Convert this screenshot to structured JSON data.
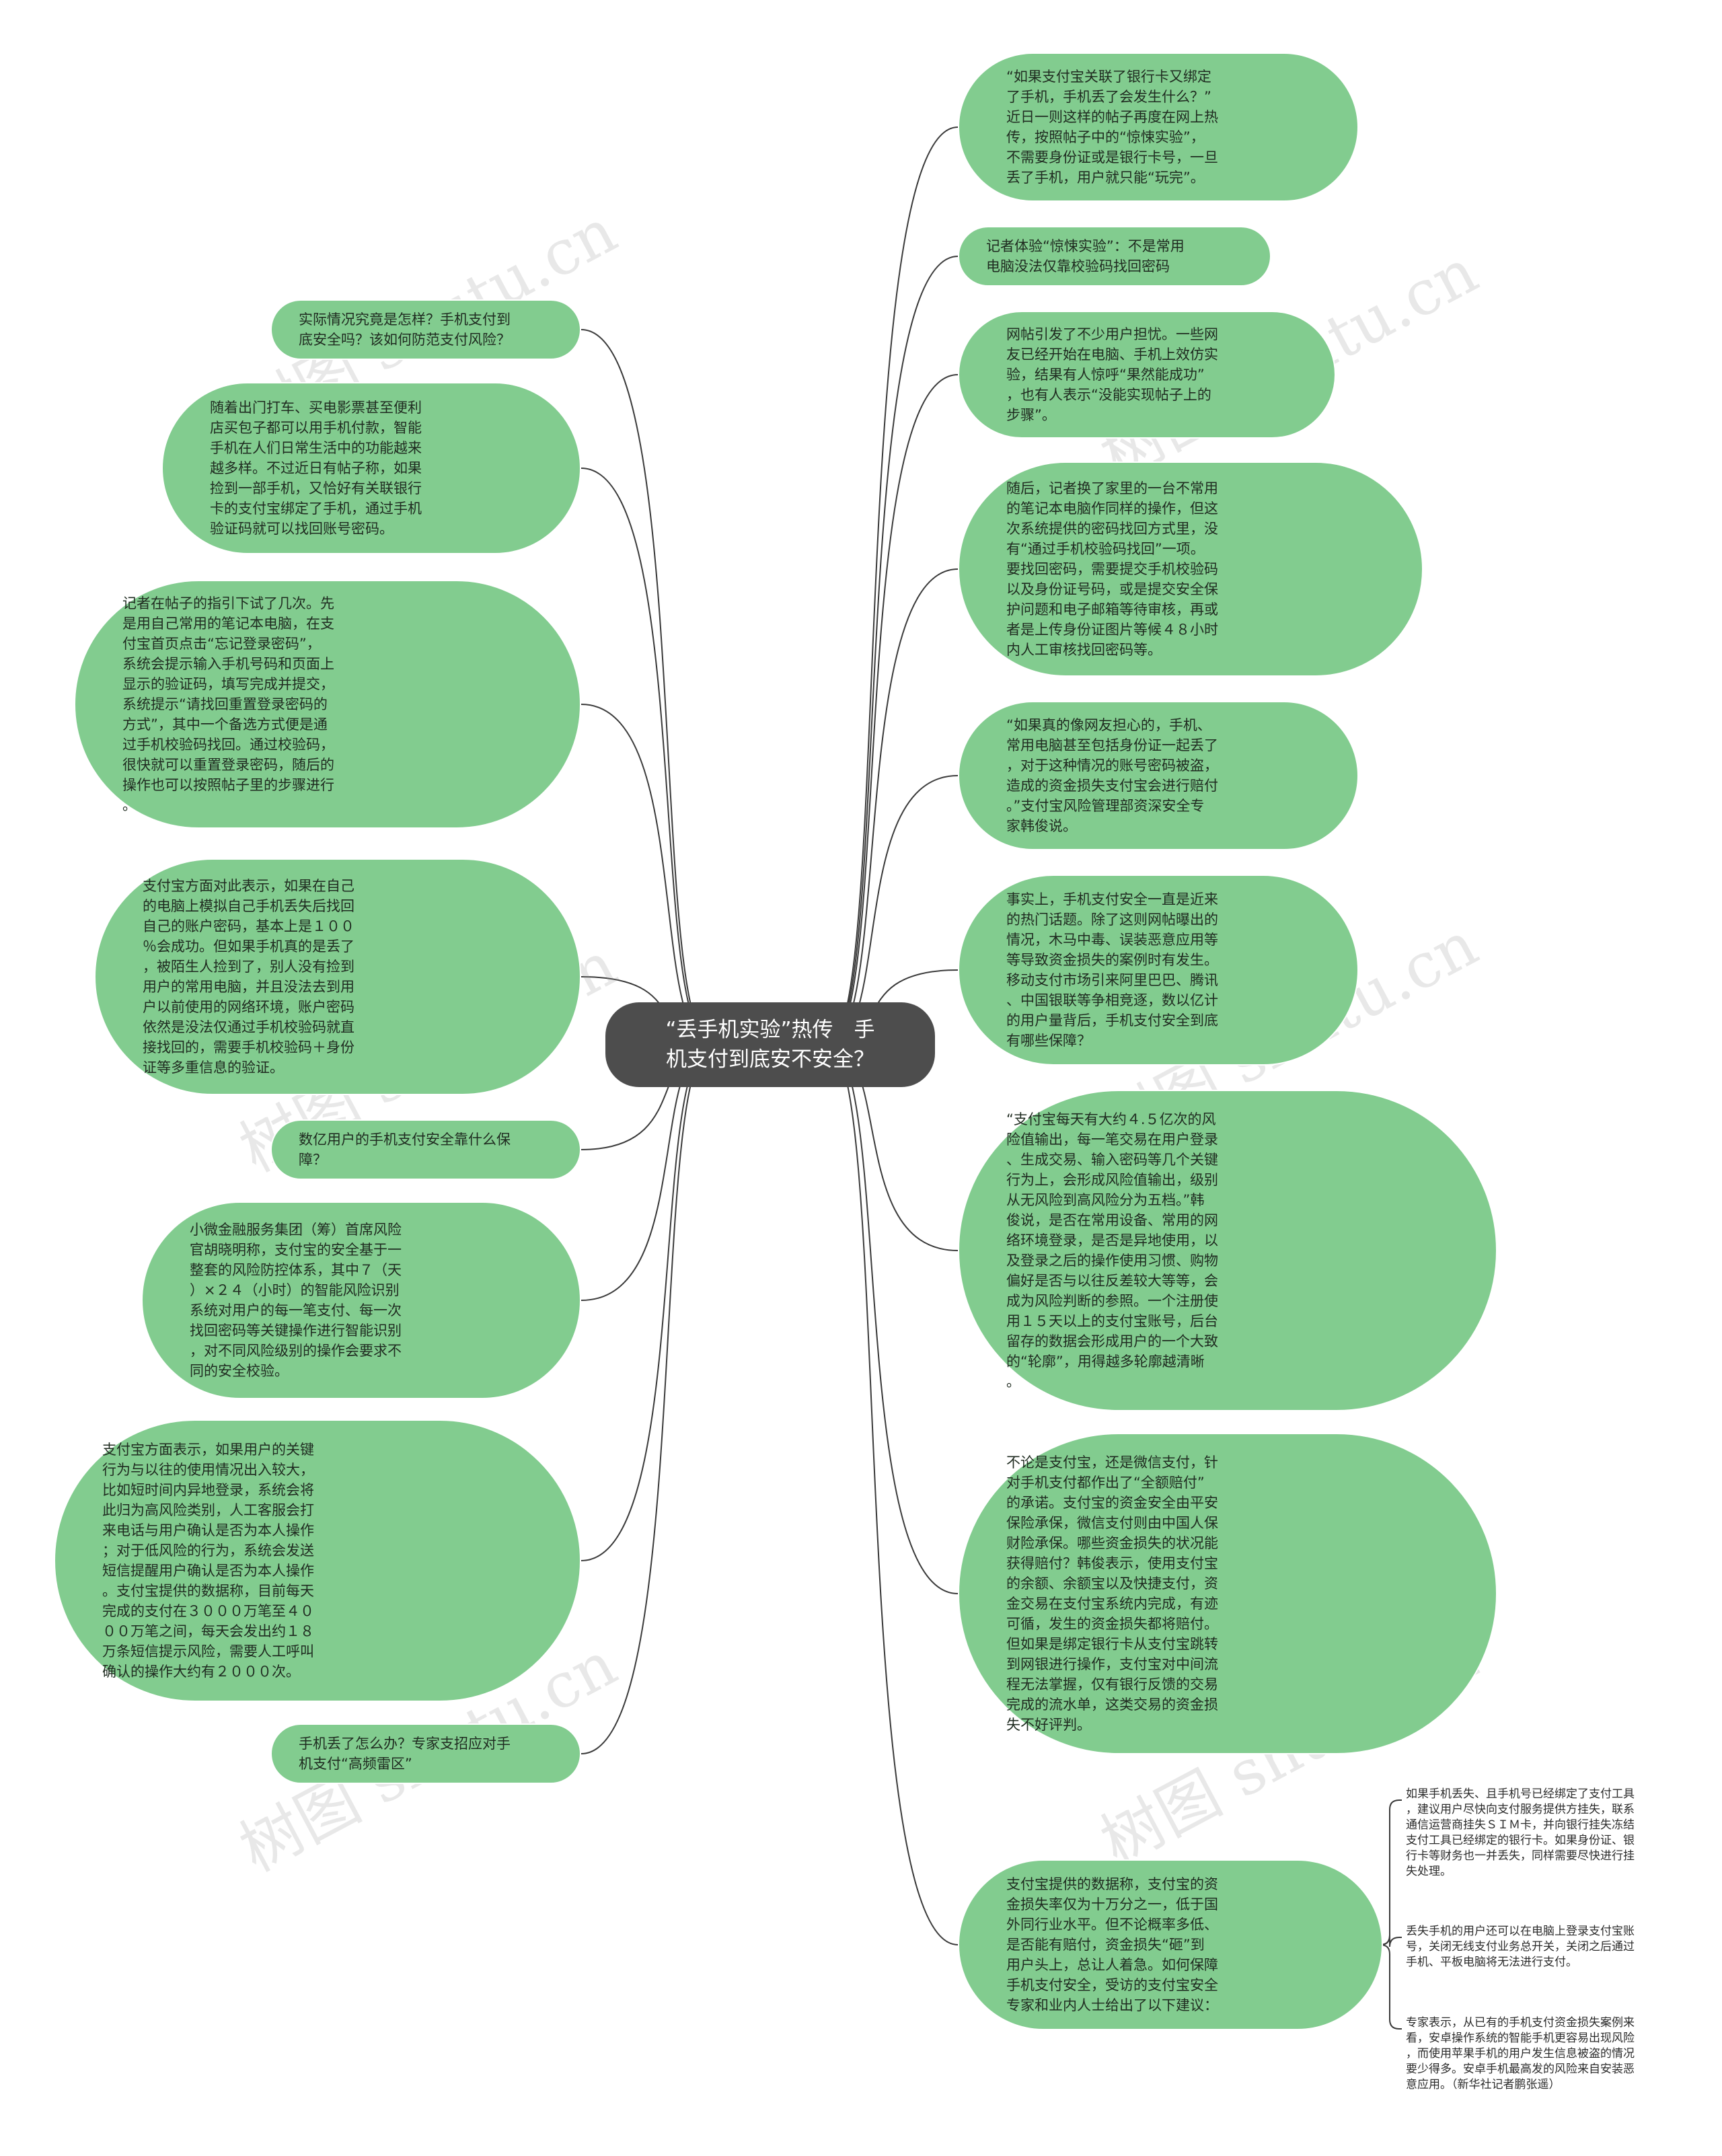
{
  "root": {
    "title": "“丢手机实验”热传　手\n机支付到底安不安全？"
  },
  "left_nodes": [
    {
      "text": "实际情况究竟是怎样？手机支付到\n底安全吗？该如何防范支付风险？"
    },
    {
      "text": "随着出门打车、买电影票甚至便利\n店买包子都可以用手机付款，智能\n手机在人们日常生活中的功能越来\n越多样。不过近日有帖子称，如果\n捡到一部手机，又恰好有关联银行\n卡的支付宝绑定了手机，通过手机\n验证码就可以找回账号密码。"
    },
    {
      "text": "记者在帖子的指引下试了几次。先\n是用自己常用的笔记本电脑，在支\n付宝首页点击“忘记登录密码”，\n系统会提示输入手机号码和页面上\n显示的验证码，填写完成并提交，\n系统提示“请找回重置登录密码的\n方式”，其中一个备选方式便是通\n过手机校验码找回。通过校验码，\n很快就可以重置登录密码，随后的\n操作也可以按照帖子里的步骤进行\n。"
    },
    {
      "text": "支付宝方面对此表示，如果在自己\n的电脑上模拟自己手机丢失后找回\n自己的账户密码，基本上是１００\n％会成功。但如果手机真的是丢了\n，被陌生人捡到了，别人没有捡到\n用户的常用电脑，并且没法去到用\n户以前使用的网络环境，账户密码\n依然是没法仅通过手机校验码就直\n接找回的，需要手机校验码＋身份\n证等多重信息的验证。"
    },
    {
      "text": "数亿用户的手机支付安全靠什么保\n障？"
    },
    {
      "text": "小微金融服务集团（筹）首席风险\n官胡晓明称，支付宝的安全基于一\n整套的风险防控体系，其中７（天\n）×２４（小时）的智能风险识别\n系统对用户的每一笔支付、每一次\n找回密码等关键操作进行智能识别\n，对不同风险级别的操作会要求不\n同的安全校验。"
    },
    {
      "text": "支付宝方面表示，如果用户的关键\n行为与以往的使用情况出入较大，\n比如短时间内异地登录，系统会将\n此归为高风险类别，人工客服会打\n来电话与用户确认是否为本人操作\n；对于低风险的行为，系统会发送\n短信提醒用户确认是否为本人操作\n。支付宝提供的数据称，目前每天\n完成的支付在３０００万笔至４０\n００万笔之间，每天会发出约１８\n万条短信提示风险，需要人工呼叫\n确认的操作大约有２０００次。"
    },
    {
      "text": "手机丢了怎么办？专家支招应对手\n机支付“高频雷区”"
    }
  ],
  "right_nodes": [
    {
      "text": "“如果支付宝关联了银行卡又绑定\n了手机，手机丢了会发生什么？”\n近日一则这样的帖子再度在网上热\n传，按照帖子中的“惊悚实验”，\n不需要身份证或是银行卡号，一旦\n丢了手机，用户就只能“玩完”。"
    },
    {
      "text": "记者体验“惊悚实验”：不是常用\n电脑没法仅靠校验码找回密码"
    },
    {
      "text": "网帖引发了不少用户担忧。一些网\n友已经开始在电脑、手机上效仿实\n验，结果有人惊呼“果然能成功”\n，也有人表示“没能实现帖子上的\n步骤”。"
    },
    {
      "text": "随后，记者换了家里的一台不常用\n的笔记本电脑作同样的操作，但这\n次系统提供的密码找回方式里，没\n有“通过手机校验码找回”一项。\n要找回密码，需要提交手机校验码\n以及身份证号码，或是提交安全保\n护问题和电子邮箱等待审核，再或\n者是上传身份证图片等候４８小时\n内人工审核找回密码等。"
    },
    {
      "text": "“如果真的像网友担心的，手机、\n常用电脑甚至包括身份证一起丢了\n，对于这种情况的账号密码被盗，\n造成的资金损失支付宝会进行赔付\n。”支付宝风险管理部资深安全专\n家韩俊说。"
    },
    {
      "text": "事实上，手机支付安全一直是近来\n的热门话题。除了这则网帖曝出的\n情况，木马中毒、误装恶意应用等\n等导致资金损失的案例时有发生。\n移动支付市场引来阿里巴巴、腾讯\n、中国银联等争相竞逐，数以亿计\n的用户量背后，手机支付安全到底\n有哪些保障？"
    },
    {
      "text": "“支付宝每天有大约４.５亿次的风\n险值输出，每一笔交易在用户登录\n、生成交易、输入密码等几个关键\n行为上，会形成风险值输出，级别\n从无风险到高风险分为五档。”韩\n俊说，是否在常用设备、常用的网\n络环境登录，是否是异地使用，以\n及登录之后的操作使用习惯、购物\n偏好是否与以往反差较大等等，会\n成为风险判断的参照。一个注册使\n用１５天以上的支付宝账号，后台\n留存的数据会形成用户的一个大致\n的“轮廓”，用得越多轮廓越清晰\n。"
    },
    {
      "text": "不论是支付宝，还是微信支付，针\n对手机支付都作出了“全额赔付”\n的承诺。支付宝的资金安全由平安\n保险承保，微信支付则由中国人保\n财险承保。哪些资金损失的状况能\n获得赔付？韩俊表示，使用支付宝\n的余额、余额宝以及快捷支付，资\n金交易在支付宝系统内完成，有迹\n可循，发生的资金损失都将赔付。\n但如果是绑定银行卡从支付宝跳转\n到网银进行操作，支付宝对中间流\n程无法掌握，仅有银行反馈的交易\n完成的流水单，这类交易的资金损\n失不好评判。"
    },
    {
      "text": "支付宝提供的数据称，支付宝的资\n金损失率仅为十万分之一，低于国\n外同行业水平。但不论概率多低、\n是否能有赔付，资金损失“砸”到\n用户头上，总让人着急。如何保障\n手机支付安全，受访的支付宝安全\n专家和业内人士给出了以下建议："
    }
  ],
  "leaf_nodes": [
    {
      "text": "如果手机丢失、且手机号已经绑定了支付工具\n，建议用户尽快向支付服务提供方挂失，联系\n通信运营商挂失ＳＩＭ卡，并向银行挂失冻结\n支付工具已经绑定的银行卡。如果身份证、银\n行卡等财务也一并丢失，同样需要尽快进行挂\n失处理。"
    },
    {
      "text": "丢失手机的用户还可以在电脑上登录支付宝账\n号，关闭无线支付业务总开关，关闭之后通过\n手机、平板电脑将无法进行支付。"
    },
    {
      "text": "专家表示，从已有的手机支付资金损失案例来\n看，安卓操作系统的智能手机更容易出现风险\n，而使用苹果手机的用户发生信息被盗的情况\n要少得多。安卓手机最高发的风险来自安装恶\n意应用。（新华社记者鹏张遥）"
    }
  ],
  "watermarks": [
    "树图 shutu.cn",
    "树图 shutu.cn",
    "树图 shutu.cn",
    "树图 shutu.cn",
    "树图 shutu.cn",
    "树图 shutu.cn"
  ],
  "colors": {
    "node_fill": "#82cc8f",
    "root_fill": "#4d4d4d",
    "edge": "#3a3a3a"
  }
}
